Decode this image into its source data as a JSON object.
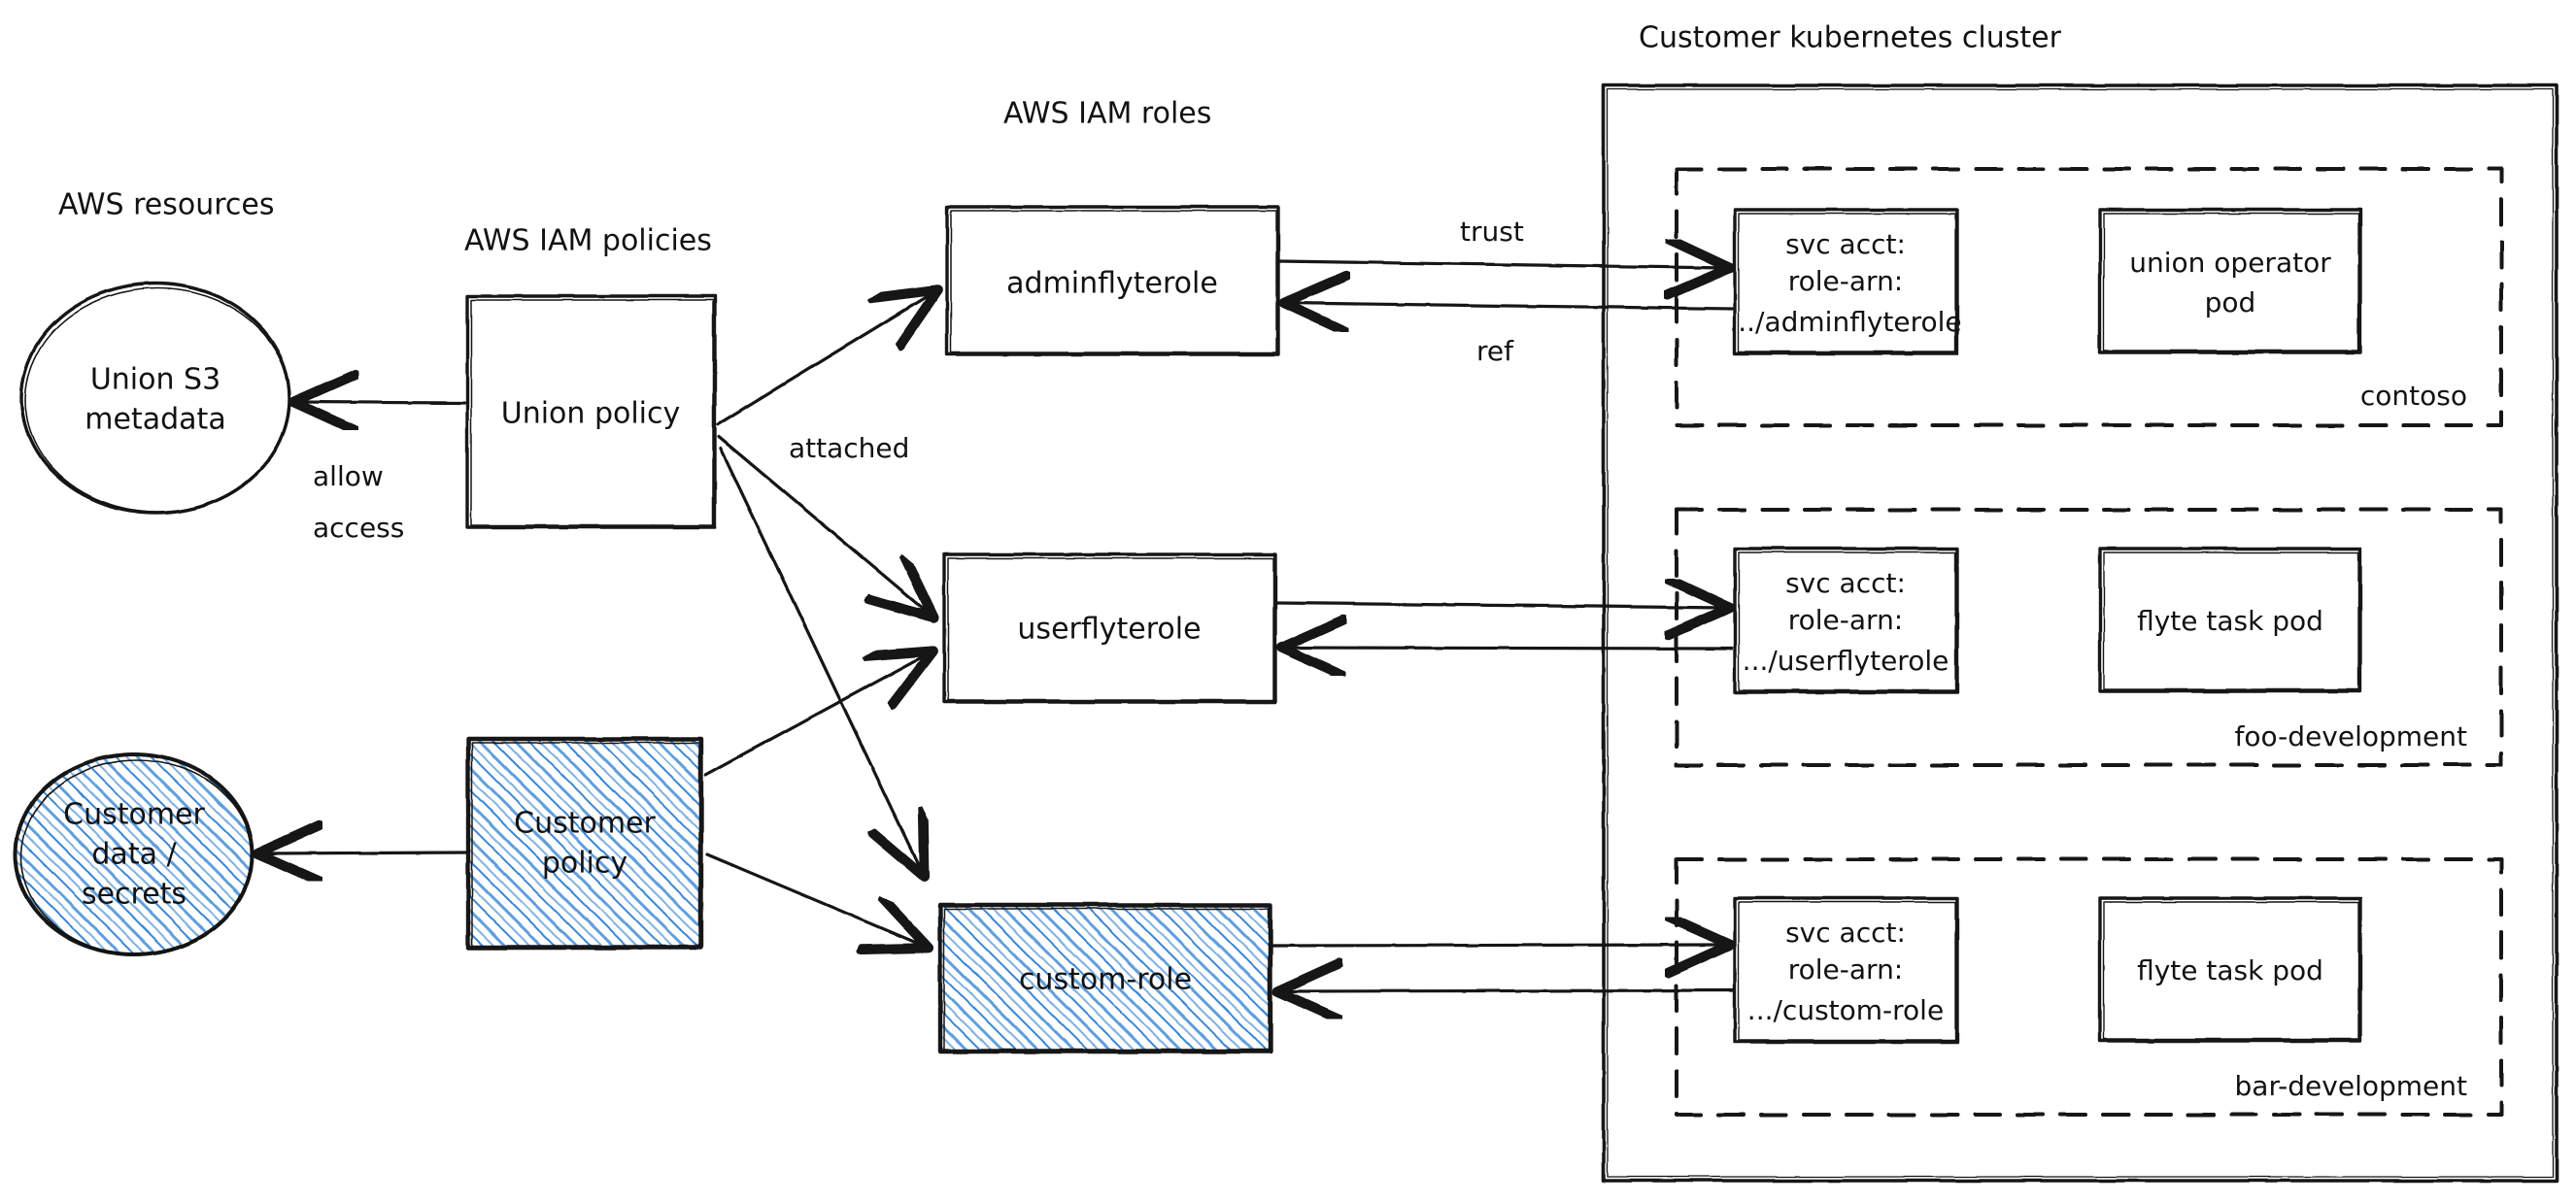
{
  "diagram": {
    "title_groups": {
      "aws_resources": "AWS resources",
      "aws_iam_policies": "AWS IAM policies",
      "aws_iam_roles": "AWS IAM roles",
      "k8s_cluster": "Customer kubernetes cluster"
    },
    "resources": [
      {
        "id": "union-s3",
        "label_lines": [
          "Union S3",
          "metadata"
        ],
        "shape": "ellipse",
        "hatched": false
      },
      {
        "id": "customer-data",
        "label_lines": [
          "Customer",
          "data /",
          "secrets"
        ],
        "shape": "ellipse",
        "hatched": true
      }
    ],
    "policies": [
      {
        "id": "union-policy",
        "label_lines": [
          "Union policy"
        ],
        "shape": "rect",
        "hatched": false
      },
      {
        "id": "customer-policy",
        "label_lines": [
          "Customer",
          "policy"
        ],
        "shape": "rect",
        "hatched": true
      }
    ],
    "roles": [
      {
        "id": "adminflyterole",
        "label": "adminflyterole",
        "hatched": false
      },
      {
        "id": "userflyterole",
        "label": "userflyterole",
        "hatched": false
      },
      {
        "id": "custom-role",
        "label": "custom-role",
        "hatched": true
      }
    ],
    "namespaces": [
      {
        "id": "contoso",
        "name": "contoso",
        "svc_acct": {
          "lines": [
            "svc acct:",
            "role-arn:",
            ".../adminflyterole"
          ]
        },
        "pod": {
          "lines": [
            "union operator",
            "pod"
          ]
        }
      },
      {
        "id": "foo-development",
        "name": "foo-development",
        "svc_acct": {
          "lines": [
            "svc acct:",
            "role-arn:",
            ".../userflyterole"
          ]
        },
        "pod": {
          "lines": [
            "flyte task pod"
          ]
        }
      },
      {
        "id": "bar-development",
        "name": "bar-development",
        "svc_acct": {
          "lines": [
            "svc acct:",
            "role-arn:",
            ".../custom-role"
          ]
        },
        "pod": {
          "lines": [
            "flyte task pod"
          ]
        }
      }
    ],
    "edge_labels": {
      "allow": "allow",
      "access": "access",
      "attached": "attached",
      "trust": "trust",
      "ref": "ref"
    },
    "colors": {
      "ink": "#121212",
      "hatch": "#3a87d4",
      "background": "#ffffff"
    }
  }
}
